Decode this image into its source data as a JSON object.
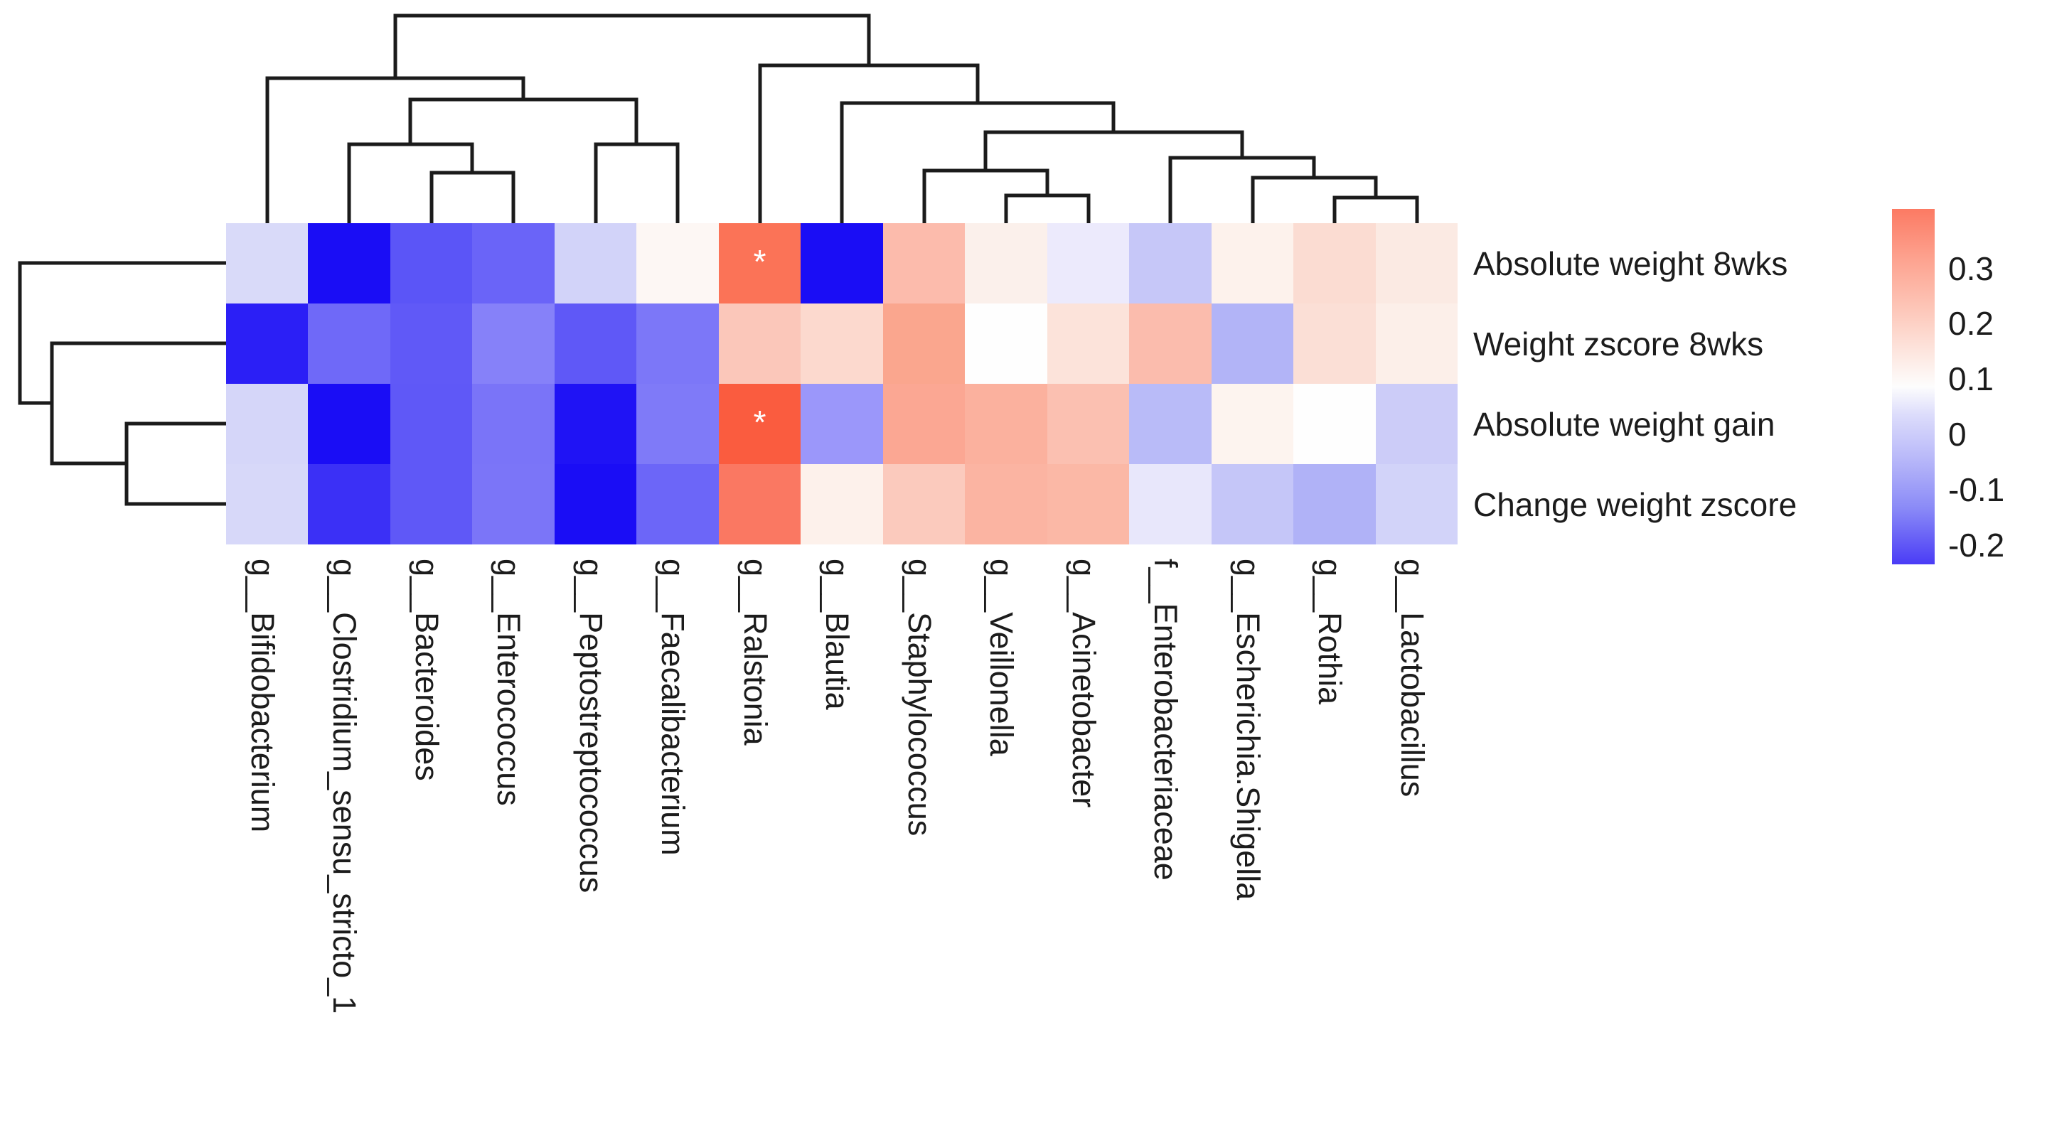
{
  "chart_data": {
    "type": "heatmap",
    "title": "",
    "xlabel": "",
    "ylabel": "",
    "legend_position": "right",
    "grid": false,
    "colormap": "bwr (blue-white-red)",
    "colorbar": {
      "ticks": [
        "0.3",
        "0.2",
        "0.1",
        "0",
        "-0.1",
        "-0.2"
      ],
      "vmin": -0.25,
      "vmax": 0.35
    },
    "columns": [
      "g__Bifidobacterium",
      "g__Clostridium_sensu_stricto_1",
      "g__Bacteroides",
      "g__Enterococcus",
      "g__Peptostreptococcus",
      "g__Faecalibacterium",
      "g__Ralstonia",
      "g__Blautia",
      "g__Staphylococcus",
      "g__Veillonella",
      "g__Acinetobacter",
      "f__Enterobacteriaceae",
      "g__Escherichia.Shigella",
      "g__Rothia",
      "g__Lactobacillus"
    ],
    "rows": [
      "Absolute weight 8wks",
      "Weight zscore 8wks",
      "Absolute weight gain",
      "Change weight zscore"
    ],
    "values": [
      [
        -0.06,
        -0.25,
        -0.15,
        -0.14,
        -0.06,
        0.01,
        0.28,
        -0.25,
        0.14,
        0.04,
        -0.02,
        -0.06,
        0.03,
        0.09,
        0.05
      ],
      [
        -0.24,
        -0.15,
        -0.16,
        -0.11,
        -0.17,
        -0.13,
        0.14,
        0.1,
        0.2,
        0.0,
        0.08,
        0.16,
        -0.07,
        0.1,
        0.06
      ],
      [
        -0.06,
        -0.25,
        -0.16,
        -0.13,
        -0.24,
        -0.13,
        0.31,
        -0.11,
        0.18,
        0.17,
        0.13,
        -0.09,
        0.03,
        0.0,
        -0.05
      ],
      [
        -0.06,
        -0.19,
        -0.16,
        -0.13,
        -0.25,
        -0.15,
        0.25,
        0.02,
        0.1,
        0.15,
        0.13,
        -0.03,
        -0.08,
        -0.11,
        -0.06
      ]
    ],
    "cell_colors": [
      [
        "#d9daf9",
        "#1a0df5",
        "#5b55f7",
        "#6a64f8",
        "#d2d3f9",
        "#fdf7f4",
        "#fb7357",
        "#1a0df5",
        "#fcbbac",
        "#fbf0eb",
        "#eceafc",
        "#c6c7f8",
        "#fdf2ec",
        "#fbdcd2",
        "#fbeae3"
      ],
      [
        "#2b1ff6",
        "#6f69f8",
        "#6059f7",
        "#8681f9",
        "#5f58f7",
        "#7c77f8",
        "#fbc7ba",
        "#fcd9ce",
        "#faa68e",
        "#fefefe",
        "#fce3da",
        "#fbbcad",
        "#b2b4f7",
        "#fbdfd6",
        "#fcefe9"
      ],
      [
        "#d5d6f9",
        "#1a0df5",
        "#5f58f7",
        "#7a74f8",
        "#1f13f5",
        "#7f7af8",
        "#fa5c3f",
        "#9b97fa",
        "#fba793",
        "#fbb19e",
        "#fbc0b1",
        "#b9bbf8",
        "#fdf4ef",
        "#fefefe",
        "#ccccf8"
      ],
      [
        "#d7d8f9",
        "#3b30f6",
        "#5f58f7",
        "#7b75f8",
        "#1a0df5",
        "#6c66f8",
        "#fa7862",
        "#fdf1eb",
        "#fbcabd",
        "#fbb4a2",
        "#fbb8a6",
        "#e8e7fb",
        "#c5c6f8",
        "#b0b2f7",
        "#d2d3f9"
      ]
    ],
    "annotations": [
      {
        "row": "Absolute weight 8wks",
        "column": "g__Ralstonia",
        "symbol": "*"
      },
      {
        "row": "Absolute weight gain",
        "column": "g__Ralstonia",
        "symbol": "*"
      }
    ],
    "column_dendrogram": true,
    "row_dendrogram": true
  },
  "heatmap": {
    "row_labels": [
      "Absolute weight 8wks",
      "Weight zscore 8wks",
      "Absolute weight gain",
      "Change weight zscore"
    ],
    "column_labels": [
      "g__Bifidobacterium",
      "g__Clostridium_sensu_stricto_1",
      "g__Bacteroides",
      "g__Enterococcus",
      "g__Peptostreptococcus",
      "g__Faecalibacterium",
      "g__Ralstonia",
      "g__Blautia",
      "g__Staphylococcus",
      "g__Veillonella",
      "g__Acinetobacter",
      "f__Enterobacteriaceae",
      "g__Escherichia.Shigella",
      "g__Rothia",
      "g__Lactobacillus"
    ]
  },
  "colorbar": {
    "labels": [
      "0.3",
      "0.2",
      "0.1",
      "0",
      "-0.1",
      "-0.2"
    ]
  },
  "colors": {
    "positive_max": "#fa5c3f",
    "negative_max": "#1a0df5",
    "neutral": "#ffffff",
    "dendrogram_line": "#1b1b1b",
    "text": "#1c1c1c"
  }
}
